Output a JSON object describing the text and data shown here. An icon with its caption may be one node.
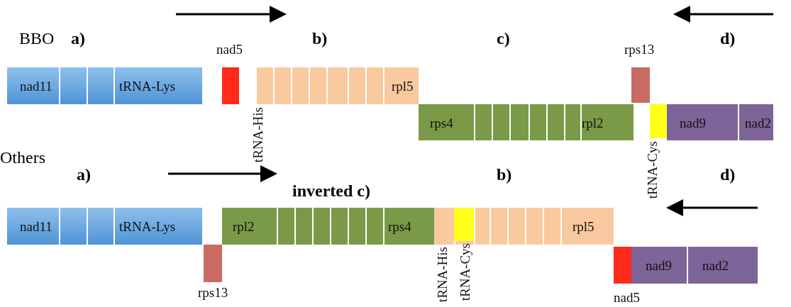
{
  "diagram": {
    "nodes": [
      {
        "text": [
          "nad11",
          "tRNA-Lys"
        ]
      },
      {
        "text": [
          "nad5"
        ]
      },
      {
        "text": [
          "rpl5"
        ],
        "beside": [
          "tRNA-His"
        ]
      },
      {
        "text": [
          "rps13"
        ]
      },
      {
        "text": [
          "rps4",
          "rpl2"
        ]
      },
      {
        "text": [
          "tRNA-Cys"
        ]
      },
      {
        "text": [
          "nad9",
          "nad2"
        ]
      },
      {
        "text": [
          "nad11",
          "tRNA-Lys"
        ]
      },
      {
        "text": [
          "rps13"
        ]
      },
      {
        "text": [
          "rpl2",
          "rps4"
        ]
      },
      {
        "text": [
          "rpl5"
        ],
        "beside": [
          "tRNA-His"
        ]
      },
      {
        "text": [
          "tRNA-Cys"
        ],
        "in": 10
      },
      {
        "text": [
          "nad5"
        ]
      },
      {
        "text": [
          "nad9",
          "nad2"
        ]
      }
    ],
    "labels": [
      "BBO",
      "a)",
      "b)",
      "c)",
      "d)",
      "Others",
      "a)",
      "inverted c)",
      "b)",
      "d)"
    ]
  }
}
